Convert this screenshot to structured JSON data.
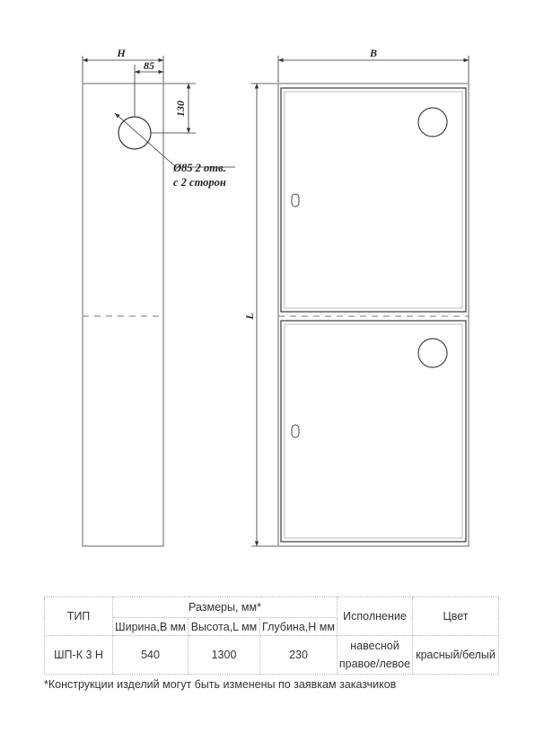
{
  "drawing": {
    "dims": {
      "depth": "H",
      "offset": "85",
      "hole_top": "130",
      "width": "B",
      "height": "L"
    },
    "hole_note": [
      "Ø85 2 отв.",
      "с 2 сторон"
    ]
  },
  "table": {
    "header": {
      "type": "ТИП",
      "dimensions": "Размеры, мм*",
      "width": "Ширина,В мм",
      "height": "Высота,L мм",
      "depth": "Глубина,Н мм",
      "version": "Исполнение",
      "color": "Цвет"
    },
    "row": {
      "type": "ШП-К 3 Н",
      "width": "540",
      "height": "1300",
      "depth": "230",
      "version_line1": "навесной",
      "version_line2": "правое/левое",
      "color": "красный/белый"
    }
  },
  "footnote": "*Конструкции изделий могут быть изменены по заявкам заказчиков"
}
